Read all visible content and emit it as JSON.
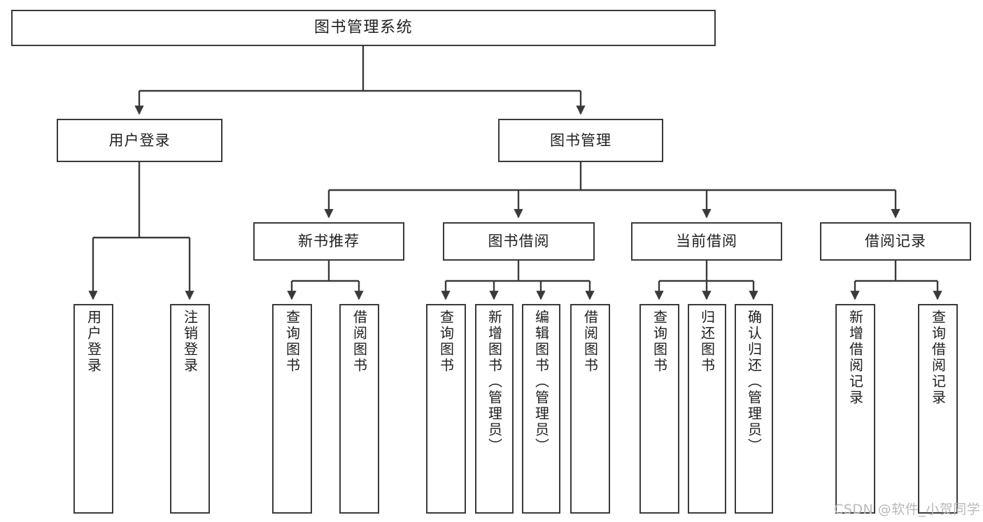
{
  "diagram": {
    "title": "图书管理系统",
    "type": "tree",
    "watermark": "CSDN @软件_小贺同学",
    "colors": {
      "box_border": "#3a3a3a",
      "box_fill": "#ffffff",
      "edge": "#3a3a3a",
      "text": "#1f1f1f",
      "watermark": "#b9b9b9",
      "background": "#ffffff"
    },
    "levels": {
      "root": {
        "label": "图书管理系统"
      },
      "level2": [
        {
          "label": "用户登录"
        },
        {
          "label": "图书管理"
        }
      ],
      "level3": [
        {
          "label": "新书推荐"
        },
        {
          "label": "图书借阅"
        },
        {
          "label": "当前借阅"
        },
        {
          "label": "借阅记录"
        }
      ],
      "leaves": {
        "user_login": [
          {
            "label": "用户登录"
          },
          {
            "label": "注销登录"
          }
        ],
        "new_book_recommend": [
          {
            "label": "查询图书"
          },
          {
            "label": "借阅图书"
          }
        ],
        "book_borrow": [
          {
            "label": "查询图书"
          },
          {
            "label": "新增图书（管理员）"
          },
          {
            "label": "编辑图书（管理员）"
          },
          {
            "label": "借阅图书"
          }
        ],
        "current_borrow": [
          {
            "label": "查询图书"
          },
          {
            "label": "归还图书"
          },
          {
            "label": "确认归还（管理员）"
          }
        ],
        "borrow_record": [
          {
            "label": "新增借阅记录"
          },
          {
            "label": "查询借阅记录"
          }
        ]
      }
    }
  }
}
